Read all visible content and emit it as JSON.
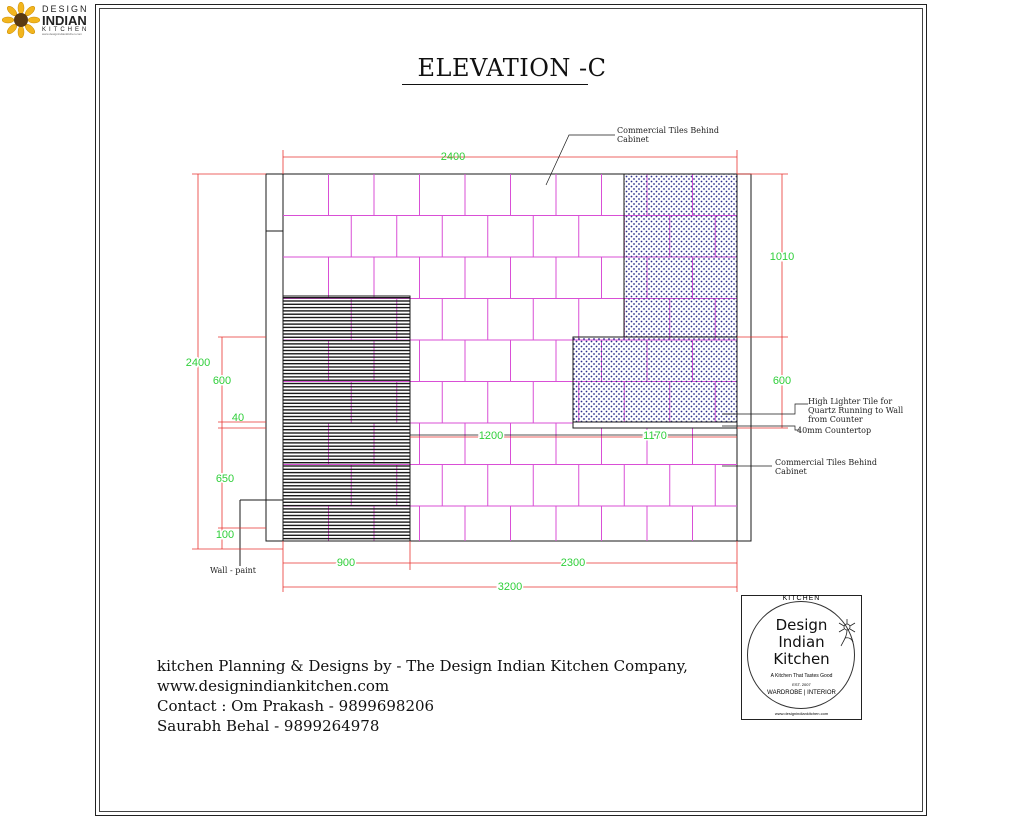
{
  "logo": {
    "line1": "DESIGN",
    "line2": "INDIAN",
    "line3": "KITCHEN",
    "web": "www.designindiankitchen.com"
  },
  "drawing": {
    "title": "ELEVATION -C",
    "dimensions": {
      "top_width": "2400",
      "left_height": "2400",
      "right_upper": "1010",
      "right_lower": "600",
      "left_600": "600",
      "left_40": "40",
      "left_650": "650",
      "left_100": "100",
      "counter_1200": "1200",
      "counter_1170": "1170",
      "bottom_900": "900",
      "bottom_2300": "2300",
      "overall_3200": "3200"
    },
    "annotations": {
      "commercial_top": [
        "Commercial Tiles Behind",
        "Cabinet"
      ],
      "highlight": [
        "High Lighter Tile for",
        "Quartz Running to Wall",
        "from Counter"
      ],
      "countertop": "40mm Countertop",
      "commercial_low": [
        "Commercial Tiles Behind",
        "Cabinet"
      ],
      "wall_paint": "Wall - paint"
    },
    "colors": {
      "dimension": "#e8332f",
      "dimension_text": "#2fcf3a",
      "tile": "#d94fd6",
      "hatch": "#2a2f8c",
      "line": "#1a1a1a"
    }
  },
  "credits": [
    "kitchen Planning & Designs by - The Design Indian Kitchen Company,",
    "www.designindiankitchen.com",
    "Contact : Om Prakash - 9899698206",
    "Saurabh Behal - 9899264978"
  ],
  "stamp": {
    "top": "KITCHEN",
    "main_lines": [
      "Design",
      "Indian",
      "Kitchen"
    ],
    "tagline": "A Kitchen That Tastes Good",
    "est": "EST. 2007",
    "bottom": "WARDROBE | INTERIOR",
    "web": "www.designindiankitchen.com"
  }
}
